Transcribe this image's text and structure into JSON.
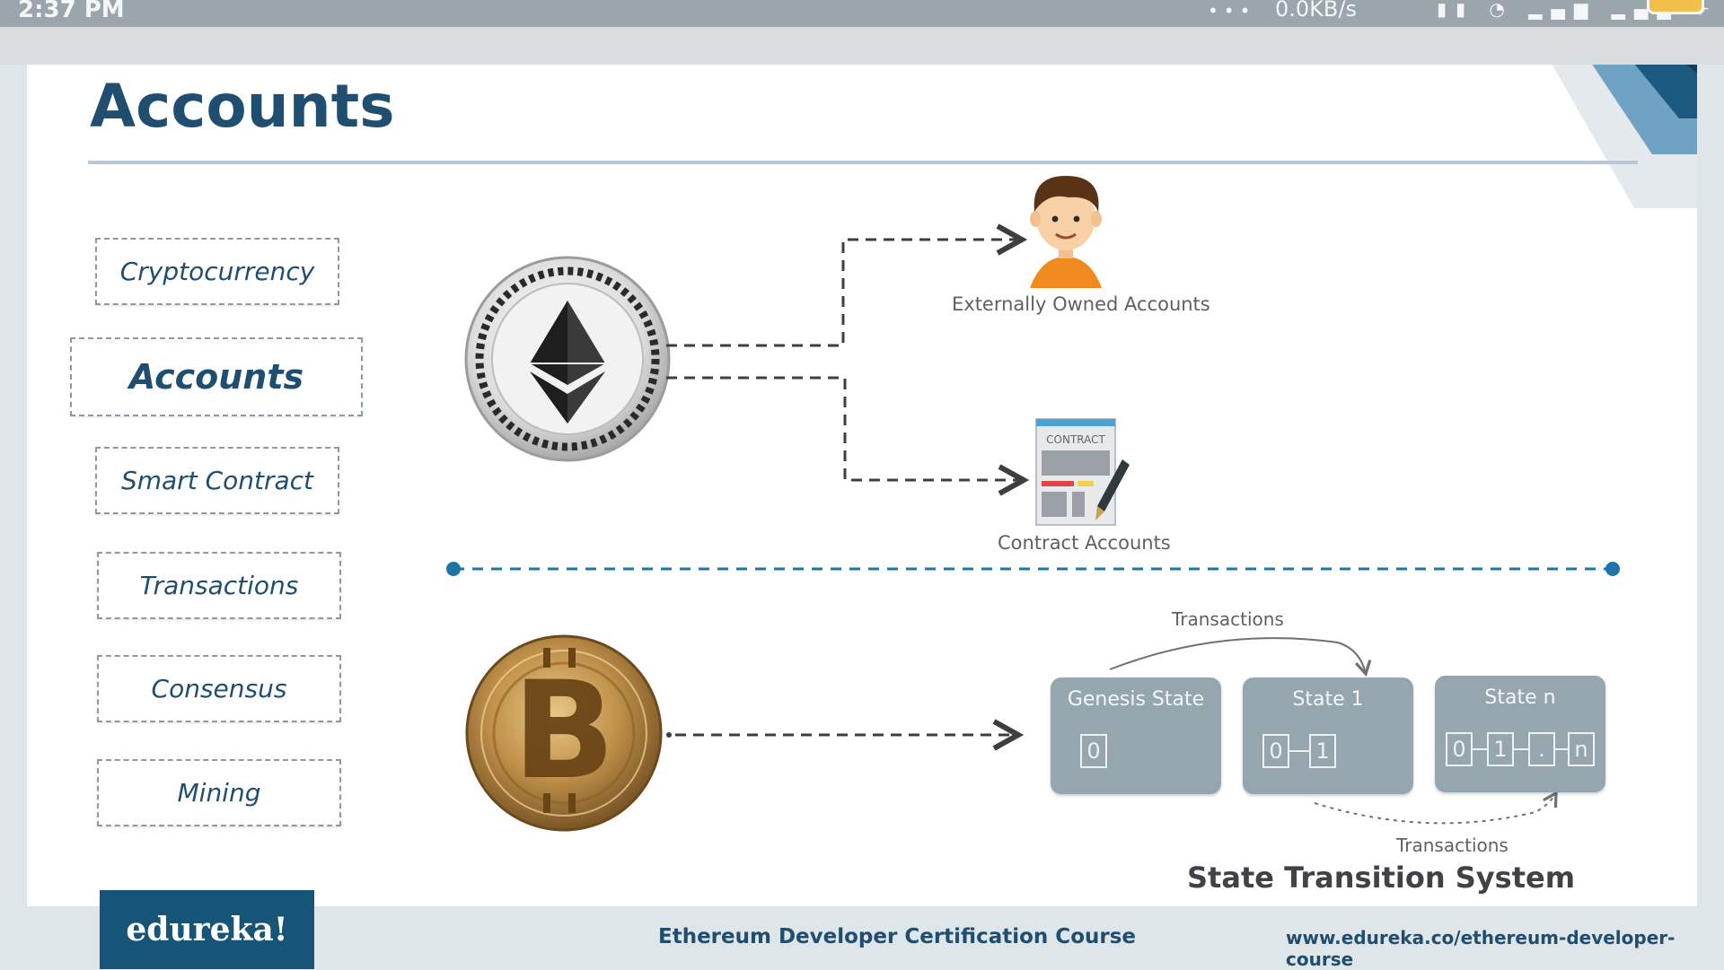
{
  "status_bar": {
    "time": "2:37 PM",
    "network_speed": "0.0KB/s"
  },
  "slide": {
    "title": "Accounts"
  },
  "nav": {
    "items": [
      {
        "label": "Cryptocurrency",
        "active": false
      },
      {
        "label": "Accounts",
        "active": true
      },
      {
        "label": "Smart Contract",
        "active": false
      },
      {
        "label": "Transactions",
        "active": false
      },
      {
        "label": "Consensus",
        "active": false
      },
      {
        "label": "Mining",
        "active": false
      }
    ]
  },
  "ethereum": {
    "externally_owned_label": "Externally Owned Accounts",
    "contract_accounts_label": "Contract Accounts",
    "contract_doc_heading": "CONTRACT"
  },
  "bitcoin": {
    "transactions_top": "Transactions",
    "transactions_bottom": "Transactions",
    "system_label": "State Transition System",
    "states": [
      {
        "title": "Genesis State",
        "cells": [
          "0"
        ]
      },
      {
        "title": "State 1",
        "cells": [
          "0",
          "1"
        ]
      },
      {
        "title": "State n",
        "cells": [
          "0",
          "1",
          ".",
          "n"
        ]
      }
    ]
  },
  "footer": {
    "logo": "edureka!",
    "course": "Ethereum Developer Certification Course",
    "url": "www.edureka.co/ethereum-developer-course"
  },
  "colors": {
    "brand_dark": "#1f4e70",
    "accent_blue": "#1b75a8",
    "state_box": "#95a6ae"
  }
}
